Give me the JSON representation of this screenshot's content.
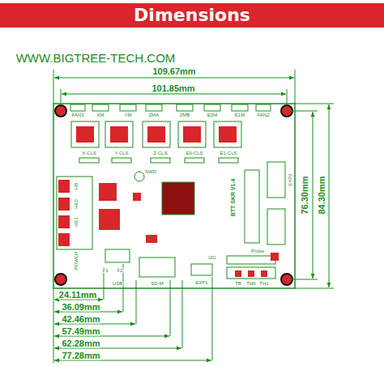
{
  "diagram": {
    "title": "Dimensions",
    "labels": [
      "WWW.BIGTREE-TECH.COM",
      "109.67mm",
      "101.85mm",
      "76.30mm",
      "84.30mm",
      "24.11mm",
      "36.09mm",
      "42.46mm",
      "57.49mm",
      "62.28mm",
      "77.28mm",
      "FAN3",
      "XM",
      "YM",
      "ZMA",
      "ZMB",
      "E0M",
      "E1M",
      "FAN2",
      "X-CLS",
      "Y-CLS",
      "Z-CLS",
      "E0-CLS",
      "E1-CLS",
      "SWD",
      "BTT SKR V1.4",
      "USB",
      "SD-M",
      "I2C",
      "Probe",
      "EXP1",
      "EXP2",
      "F1",
      "F2",
      "HB",
      "HE0",
      "HE1",
      "TB",
      "TH0",
      "TH1",
      "POWER"
    ]
  }
}
